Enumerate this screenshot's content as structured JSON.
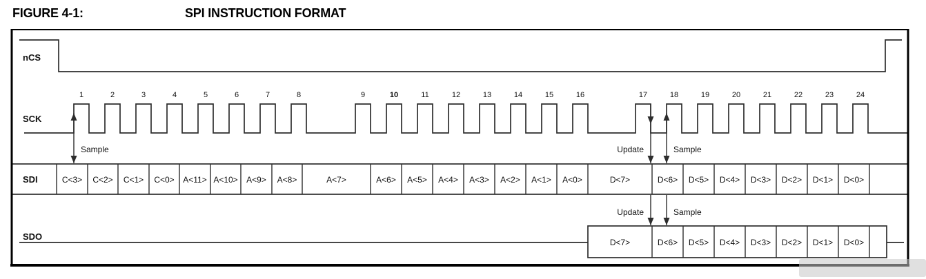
{
  "figure": {
    "label": "FIGURE 4-1:",
    "title": "SPI INSTRUCTION FORMAT"
  },
  "signals": {
    "ncs": "nCS",
    "sck": "SCK",
    "sdi": "SDI",
    "sdo": "SDO"
  },
  "clock_numbers": [
    "1",
    "2",
    "3",
    "4",
    "5",
    "6",
    "7",
    "8",
    "9",
    "10",
    "11",
    "12",
    "13",
    "14",
    "15",
    "16",
    "17",
    "18",
    "19",
    "20",
    "21",
    "22",
    "23",
    "24"
  ],
  "bold_clock_numbers": [
    "10"
  ],
  "sdi_cells": [
    "C<3>",
    "C<2>",
    "C<1>",
    "C<0>",
    "A<11>",
    "A<10>",
    "A<9>",
    "A<8>",
    "A<7>",
    "A<6>",
    "A<5>",
    "A<4>",
    "A<3>",
    "A<2>",
    "A<1>",
    "A<0>",
    "D<7>",
    "D<6>",
    "D<5>",
    "D<4>",
    "D<3>",
    "D<2>",
    "D<1>",
    "D<0>"
  ],
  "sdo_cells": [
    "D<7>",
    "D<6>",
    "D<5>",
    "D<4>",
    "D<3>",
    "D<2>",
    "D<1>",
    "D<0>"
  ],
  "annotations": {
    "sample_bit1": "Sample",
    "update_bit17": "Update",
    "sample_bit18": "Sample",
    "sdo_update": "Update",
    "sdo_sample": "Sample"
  },
  "colors": {
    "line": "#2d2d2d",
    "frame": "#000000",
    "text": "#111111",
    "background": "#ffffff",
    "scan_artifact": "#c6c6c6"
  }
}
